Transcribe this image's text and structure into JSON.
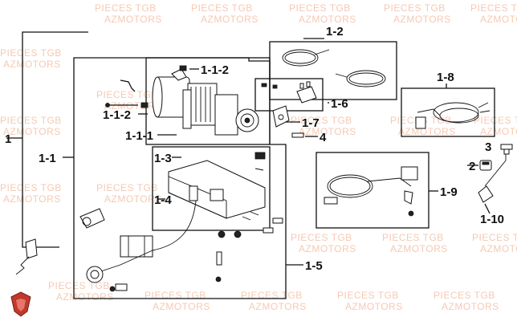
{
  "watermark": {
    "line1": "PIECES TGB",
    "line2": "AZMOTORS"
  },
  "labels": {
    "l1": "1",
    "l1_1": "1-1",
    "l1_1_1": "1-1-1",
    "l1_1_2a": "1-1-2",
    "l1_1_2b": "1-1-2",
    "l1_2": "1-2",
    "l1_3": "1-3",
    "l1_4": "1-4",
    "l1_5": "1-5",
    "l1_6": "1-6",
    "l1_7": "1-7",
    "l1_8": "1-8",
    "l1_9": "1-9",
    "l1_10": "1-10",
    "l2": "2",
    "l3": "3",
    "l4": "4"
  },
  "colors": {
    "watermark": "#f2b79a",
    "logo": "#c0392b",
    "ink": "#111111"
  },
  "icons": {
    "logo": "shield-logo-icon"
  }
}
